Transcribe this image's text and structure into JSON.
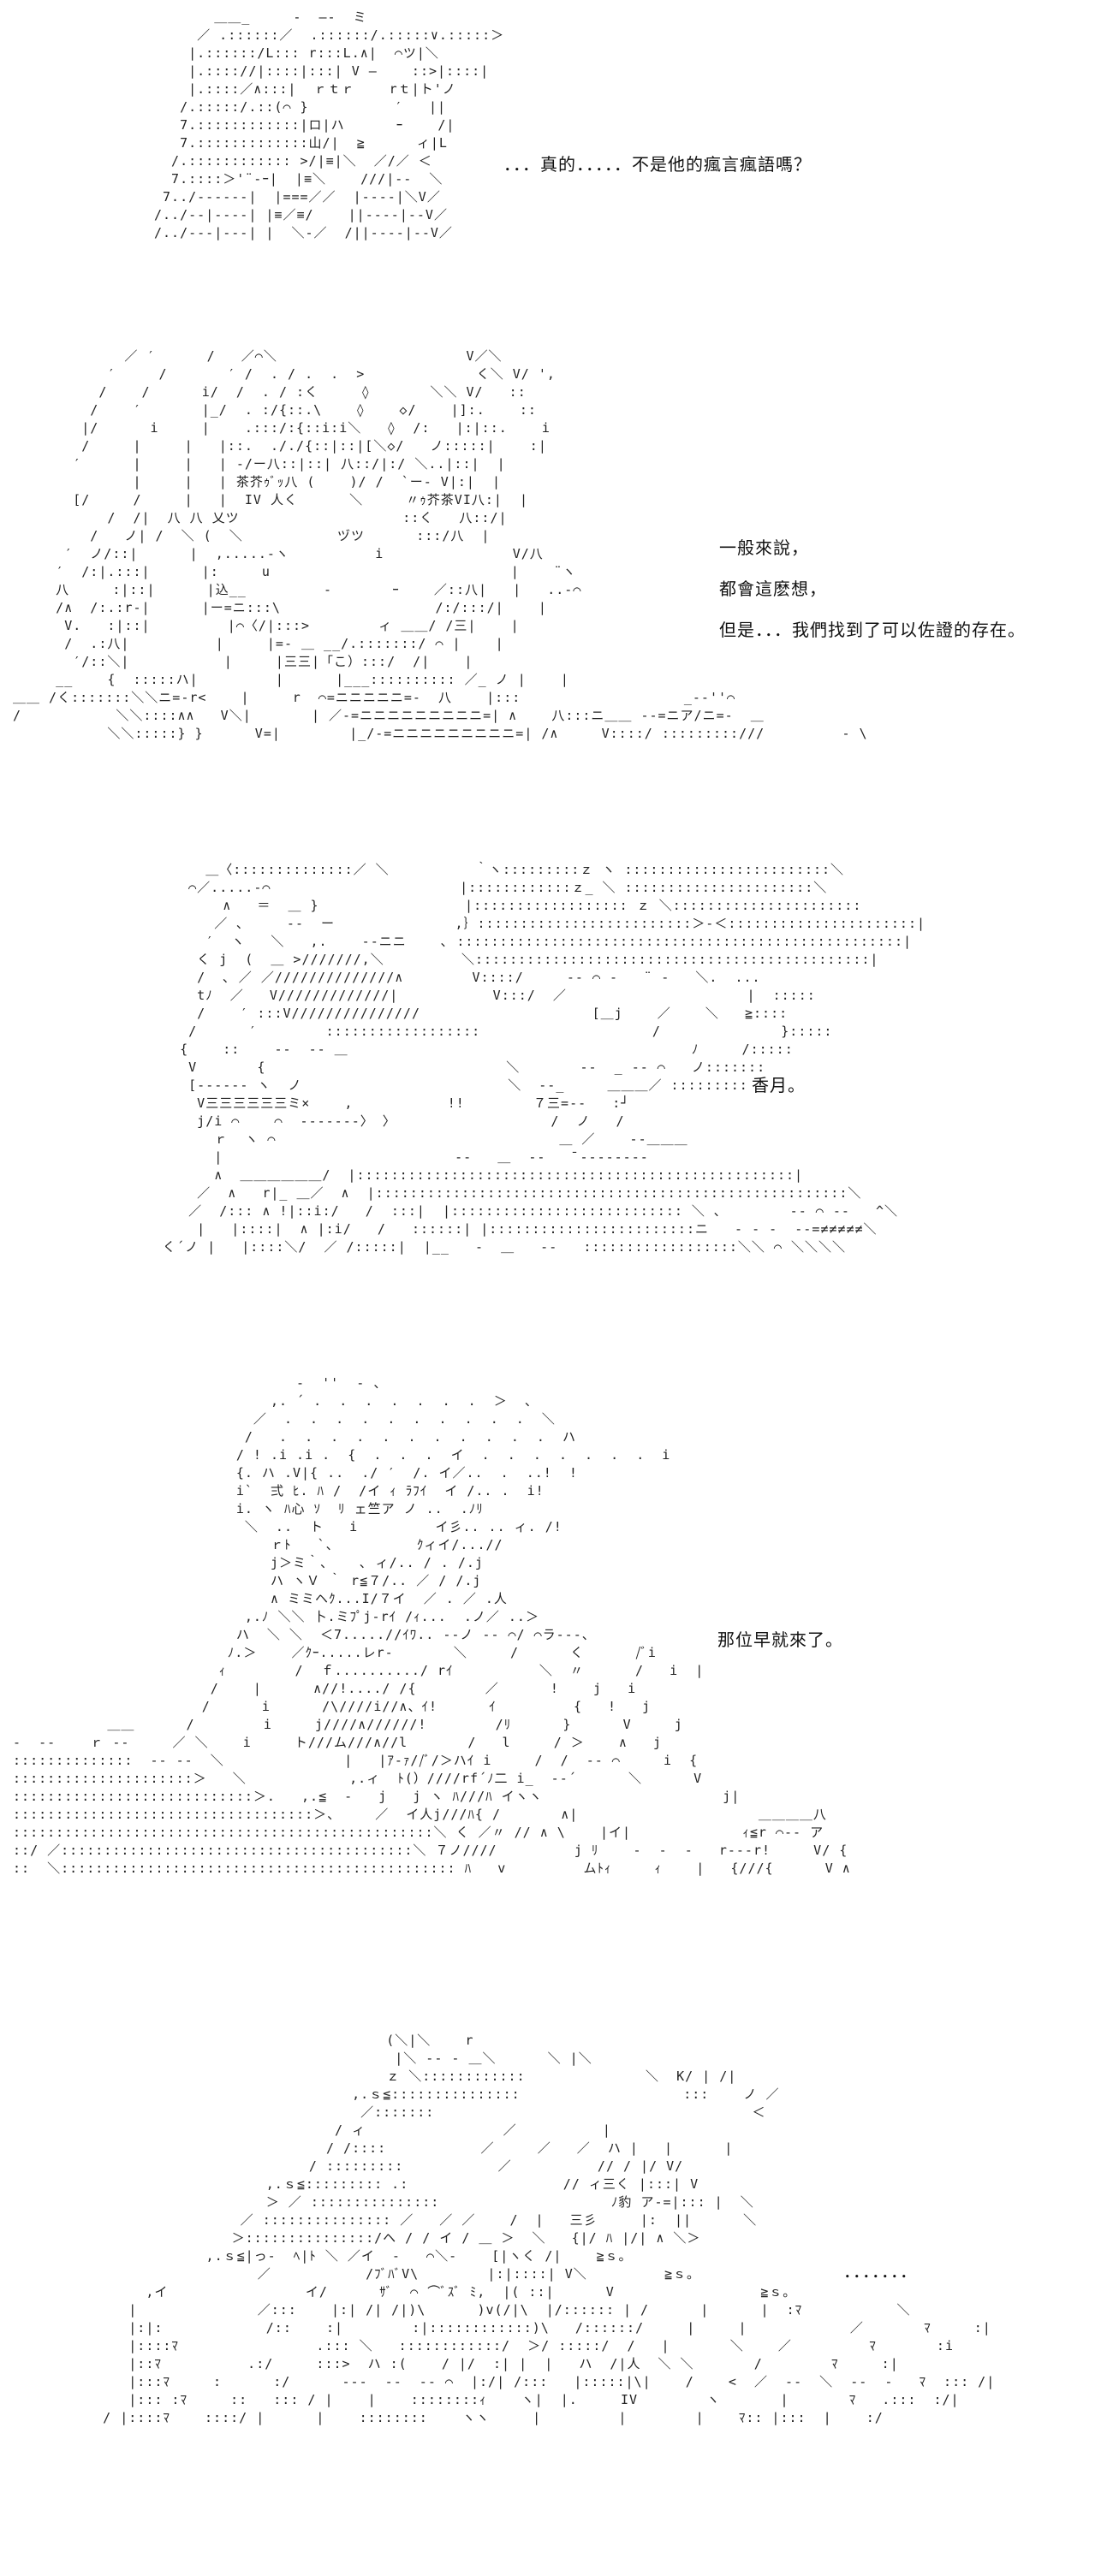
{
  "panels": [
    {
      "dialogue": [
        "．．．真的．．．．．不是他的瘋言瘋語嗎？"
      ]
    },
    {
      "dialogue": [
        "一般來說，",
        "都會這麽想，",
        "但是．．．我們找到了可以佐證的存在。"
      ]
    },
    {
      "dialogue": [
        "香月。"
      ]
    },
    {
      "dialogue": [
        "那位早就來了。"
      ]
    },
    {
      "dialogue": [
        "．．．．．．．"
      ]
    }
  ]
}
